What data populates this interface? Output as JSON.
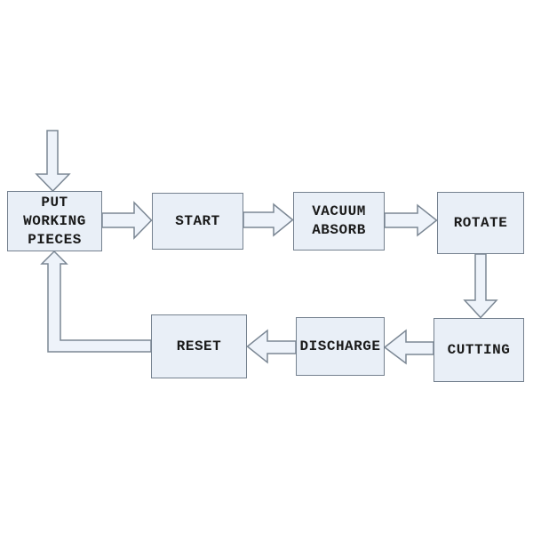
{
  "diagram": {
    "nodes": [
      {
        "id": "put-working-pieces",
        "label": "PUT\nWORKING\nPIECES"
      },
      {
        "id": "start",
        "label": "START"
      },
      {
        "id": "vacuum-absorb",
        "label": "VACUUM\nABSORB"
      },
      {
        "id": "rotate",
        "label": "ROTATE"
      },
      {
        "id": "cutting",
        "label": "CUTTING"
      },
      {
        "id": "discharge",
        "label": "DISCHARGE"
      },
      {
        "id": "reset",
        "label": "RESET"
      }
    ],
    "edges": [
      {
        "from": "external-input",
        "to": "put-working-pieces",
        "direction": "down"
      },
      {
        "from": "put-working-pieces",
        "to": "start",
        "direction": "right"
      },
      {
        "from": "start",
        "to": "vacuum-absorb",
        "direction": "right"
      },
      {
        "from": "vacuum-absorb",
        "to": "rotate",
        "direction": "right"
      },
      {
        "from": "rotate",
        "to": "cutting",
        "direction": "down"
      },
      {
        "from": "cutting",
        "to": "discharge",
        "direction": "left"
      },
      {
        "from": "discharge",
        "to": "reset",
        "direction": "left"
      },
      {
        "from": "reset",
        "to": "put-working-pieces",
        "direction": "up-elbow"
      }
    ],
    "colors": {
      "background": "#ffffff",
      "node_fill": "#e9eff7",
      "node_border": "#75818f",
      "arrow_fill": "#eef3fa",
      "arrow_border": "#7b8794",
      "text": "#1a1a1a"
    }
  }
}
